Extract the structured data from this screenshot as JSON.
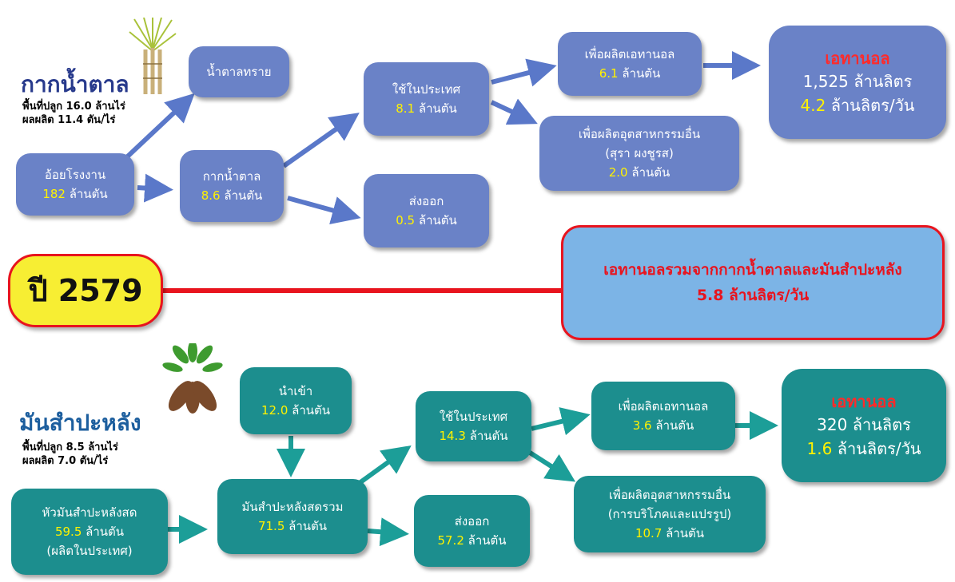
{
  "sugar": {
    "title": "กากน้ำตาล",
    "area_line": "พื้นที่ปลูก 16.0 ล้านไร่",
    "yield_line": "ผลผลิต 11.4 ตัน/ไร่",
    "cane": {
      "label": "อ้อยโรงงาน",
      "value": "182",
      "unit": "ล้านตัน"
    },
    "white_sugar": {
      "label": "น้ำตาลทราย"
    },
    "molasses": {
      "label": "กากน้ำตาล",
      "value": "8.6",
      "unit": "ล้านตัน"
    },
    "domestic": {
      "label": "ใช้ในประเทศ",
      "value": "8.1",
      "unit": "ล้านตัน"
    },
    "export": {
      "label": "ส่งออก",
      "value": "0.5",
      "unit": "ล้านตัน"
    },
    "for_ethanol": {
      "label": "เพื่อผลิตเอทานอล",
      "value": "6.1",
      "unit": "ล้านตัน"
    },
    "for_industry": {
      "label": "เพื่อผลิตอุตสาหกรรมอื่น",
      "sub": "(สุรา ผงชูรส)",
      "value": "2.0",
      "unit": "ล้านตัน"
    },
    "ethanol": {
      "title": "เอทานอล",
      "line1": "1,525 ล้านลิตร",
      "value": "4.2",
      "unit": "ล้านลิตร/วัน"
    }
  },
  "center": {
    "year": "ปี 2579",
    "total_line": "เอทานอลรวมจากกากน้ำตาลและมันสำปะหลัง",
    "total_value": "5.8 ล้านลิตร/วัน"
  },
  "cassava": {
    "title": "มันสำปะหลัง",
    "area_line": "พื้นที่ปลูก 8.5 ล้านไร่",
    "yield_line": "ผลผลิต 7.0 ตัน/ไร่",
    "fresh_roots": {
      "label": "หัวมันสำปะหลังสด",
      "value": "59.5",
      "unit": "ล้านตัน",
      "sub": "(ผลิตในประเทศ)"
    },
    "import": {
      "label": "นำเข้า",
      "value": "12.0",
      "unit": "ล้านตัน"
    },
    "total_fresh": {
      "label": "มันสำปะหลังสดรวม",
      "value": "71.5",
      "unit": "ล้านตัน"
    },
    "domestic": {
      "label": "ใช้ในประเทศ",
      "value": "14.3",
      "unit": "ล้านตัน"
    },
    "export": {
      "label": "ส่งออก",
      "value": "57.2",
      "unit": "ล้านตัน"
    },
    "for_ethanol": {
      "label": "เพื่อผลิตเอทานอล",
      "value": "3.6",
      "unit": "ล้านตัน"
    },
    "for_industry": {
      "label": "เพื่อผลิตอุตสาหกรรมอื่น",
      "sub": "(การบริโภคและแปรรูป)",
      "value": "10.7",
      "unit": "ล้านตัน"
    },
    "ethanol": {
      "title": "เอทานอล",
      "line1": "320 ล้านลิตร",
      "value": "1.6",
      "unit": "ล้านลิตร/วัน"
    }
  },
  "colors": {
    "blue_box": "#6a82c7",
    "teal_box": "#1c8e8e",
    "value_yellow": "#fff200",
    "red_line": "#e8141e",
    "year_fill": "#f7ee33"
  }
}
